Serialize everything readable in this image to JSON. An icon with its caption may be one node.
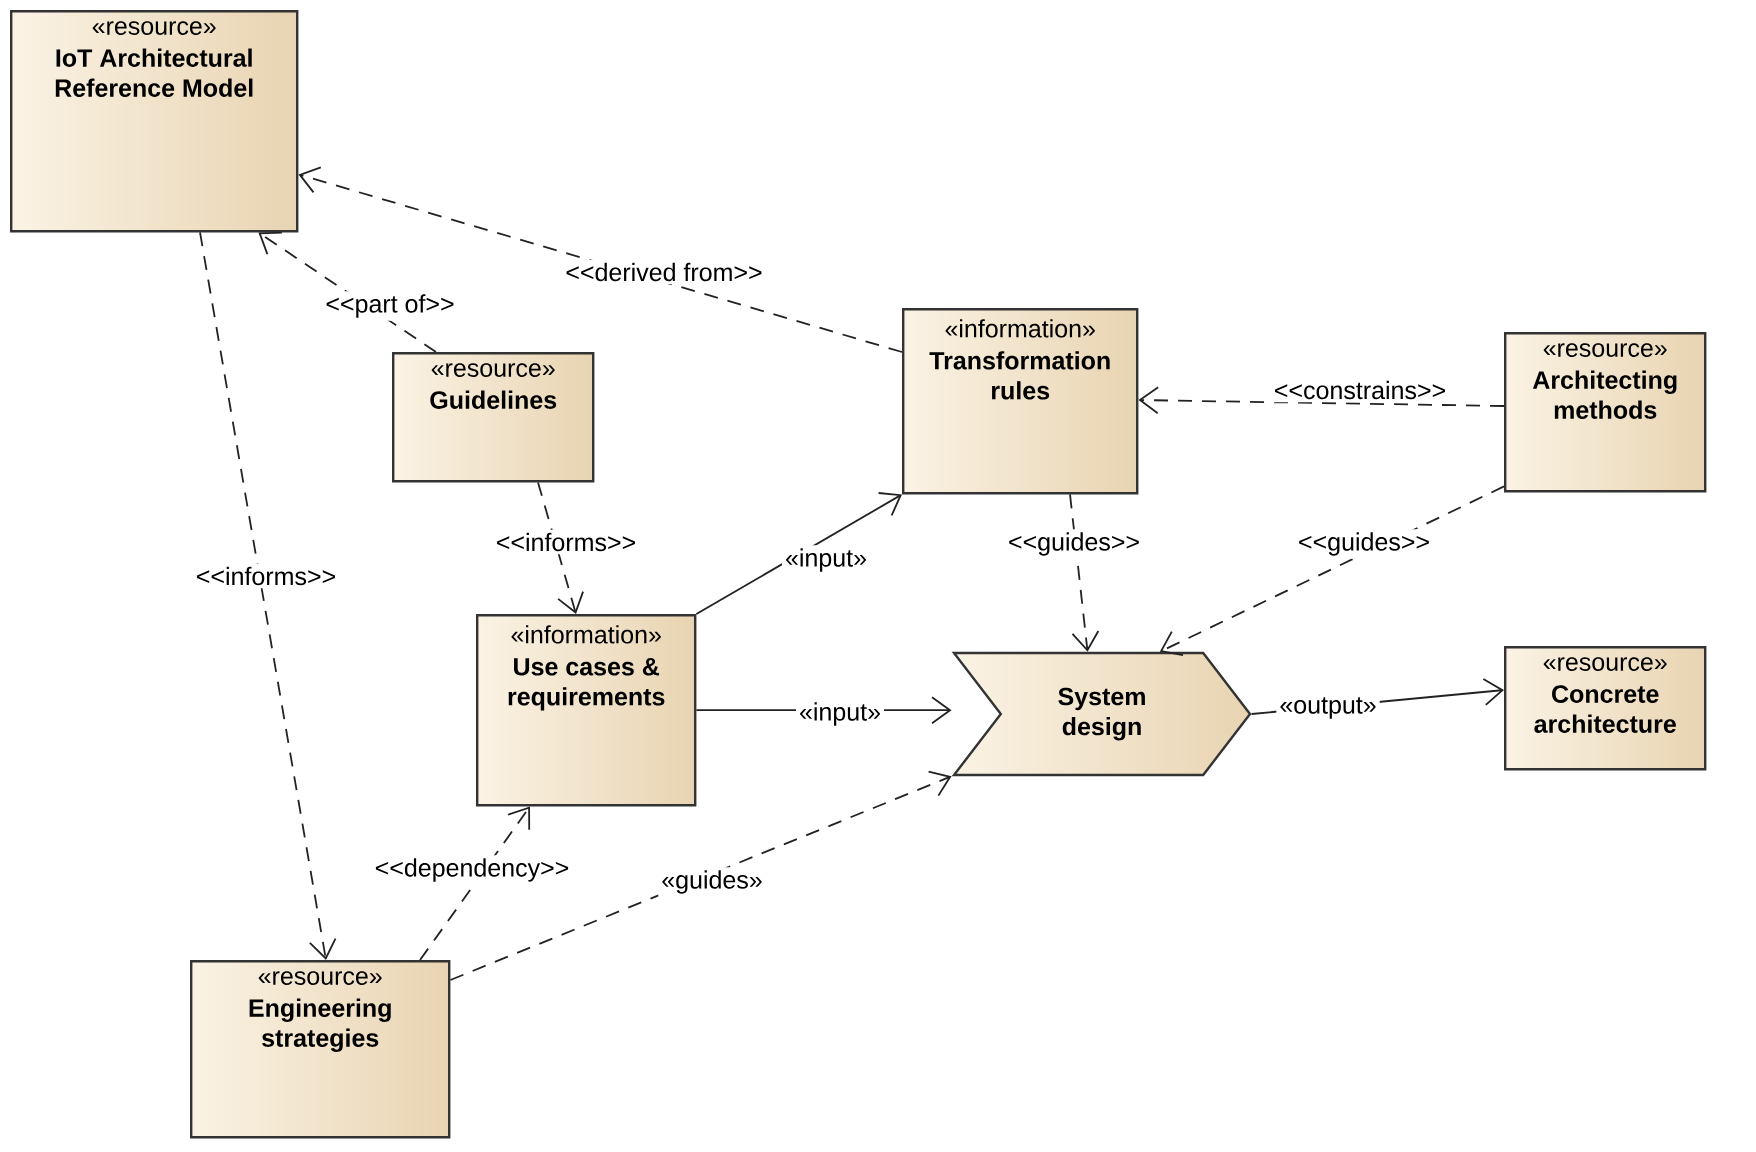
{
  "diagram": {
    "nodes": [
      {
        "text": [
          "«resource»",
          "IoT Architectural Reference Model"
        ]
      },
      {
        "text": [
          "«resource»",
          "Guidelines"
        ]
      },
      {
        "text": [
          "«information»",
          "Transformation rules"
        ]
      },
      {
        "text": [
          "«resource»",
          "Architecting methods"
        ]
      },
      {
        "text": [
          "«information»",
          "Use cases & requirements"
        ]
      },
      {
        "text": [
          "System design"
        ]
      },
      {
        "text": [
          "«resource»",
          "Concrete architecture"
        ]
      },
      {
        "text": [
          "«resource»",
          "Engineering strategies"
        ]
      }
    ],
    "edges": [
      {
        "from": 1,
        "to": 0,
        "arrow": "to",
        "style": "dashed",
        "label": "<<part of>>"
      },
      {
        "from": 2,
        "to": 0,
        "arrow": "to",
        "style": "dashed",
        "label": "<<derived from>>"
      },
      {
        "from": 0,
        "to": 7,
        "arrow": "to",
        "style": "dashed",
        "label": "<<informs>>"
      },
      {
        "from": 1,
        "to": 4,
        "arrow": "to",
        "style": "dashed",
        "label": "<<informs>>"
      },
      {
        "from": 3,
        "to": 2,
        "arrow": "to",
        "style": "dashed",
        "label": "<<constrains>>"
      },
      {
        "from": 4,
        "to": 2,
        "arrow": "to",
        "label": "«input»"
      },
      {
        "from": 4,
        "to": 5,
        "arrow": "to",
        "label": "«input»"
      },
      {
        "from": 2,
        "to": 5,
        "arrow": "to",
        "style": "dashed",
        "label": "<<guides>>"
      },
      {
        "from": 3,
        "to": 5,
        "arrow": "to",
        "style": "dashed",
        "label": "<<guides>>"
      },
      {
        "from": 5,
        "to": 6,
        "arrow": "to",
        "label": "«output»"
      },
      {
        "from": 7,
        "to": 4,
        "arrow": "to",
        "style": "dashed",
        "label": "<<dependency>>"
      },
      {
        "from": 7,
        "to": 5,
        "arrow": "to",
        "style": "dashed",
        "label": "«guides»"
      }
    ]
  }
}
